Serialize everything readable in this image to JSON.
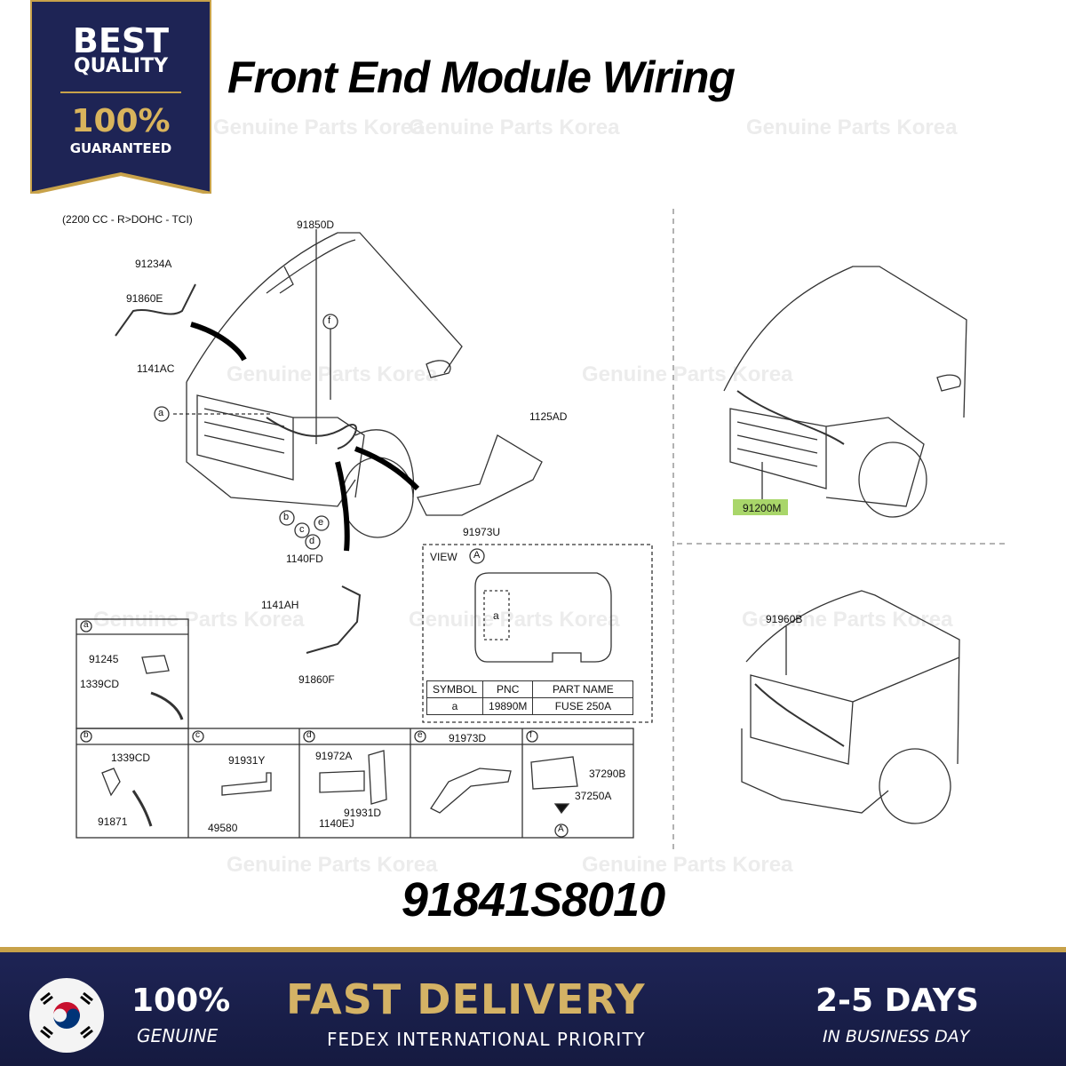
{
  "badge": {
    "line1": "BEST",
    "line2": "QUALITY",
    "line3": "100%",
    "line4": "GUARANTEED"
  },
  "title": "Front End Module Wiring",
  "engine_note": "(2200 CC - R>DOHC - TCI)",
  "watermark": "Genuine Parts Korea",
  "callouts": {
    "c91850D": "91850D",
    "c91234A": "91234A",
    "c91860E": "91860E",
    "c1141AC": "1141AC",
    "c1125AD": "1125AD",
    "c91973U": "91973U",
    "c1140FD": "1140FD",
    "c1141AH": "1141AH",
    "c91860F": "91860F",
    "c91200M": "91200M",
    "c91960B": "91960B"
  },
  "letters": {
    "a": "a",
    "b": "b",
    "c": "c",
    "d": "d",
    "e": "e",
    "f": "f",
    "A": "A"
  },
  "view": {
    "label": "VIEW",
    "table_headers": [
      "SYMBOL",
      "PNC",
      "PART NAME"
    ],
    "table_row": [
      "a",
      "19890M",
      "FUSE 250A"
    ],
    "box_letter": "a"
  },
  "details": {
    "a": [
      "91245",
      "1339CD"
    ],
    "b": [
      "1339CD",
      "91871"
    ],
    "c": [
      "91931Y",
      "49580"
    ],
    "d": [
      "91972A",
      "91931D",
      "1140EJ"
    ],
    "e": [
      "91973D"
    ],
    "f": [
      "37290B",
      "37250A"
    ]
  },
  "part_number": "91841S8010",
  "footer": {
    "genuine_big": "100%",
    "genuine_small": "GENUINE",
    "fast": "FAST DELIVERY",
    "fedex": "FEDEX INTERNATIONAL PRIORITY",
    "days": "2-5 DAYS",
    "business": "IN BUSINESS DAY"
  },
  "colors": {
    "navy": "#1e2455",
    "gold": "#c8a24a",
    "highlight": "#a9d66a"
  }
}
